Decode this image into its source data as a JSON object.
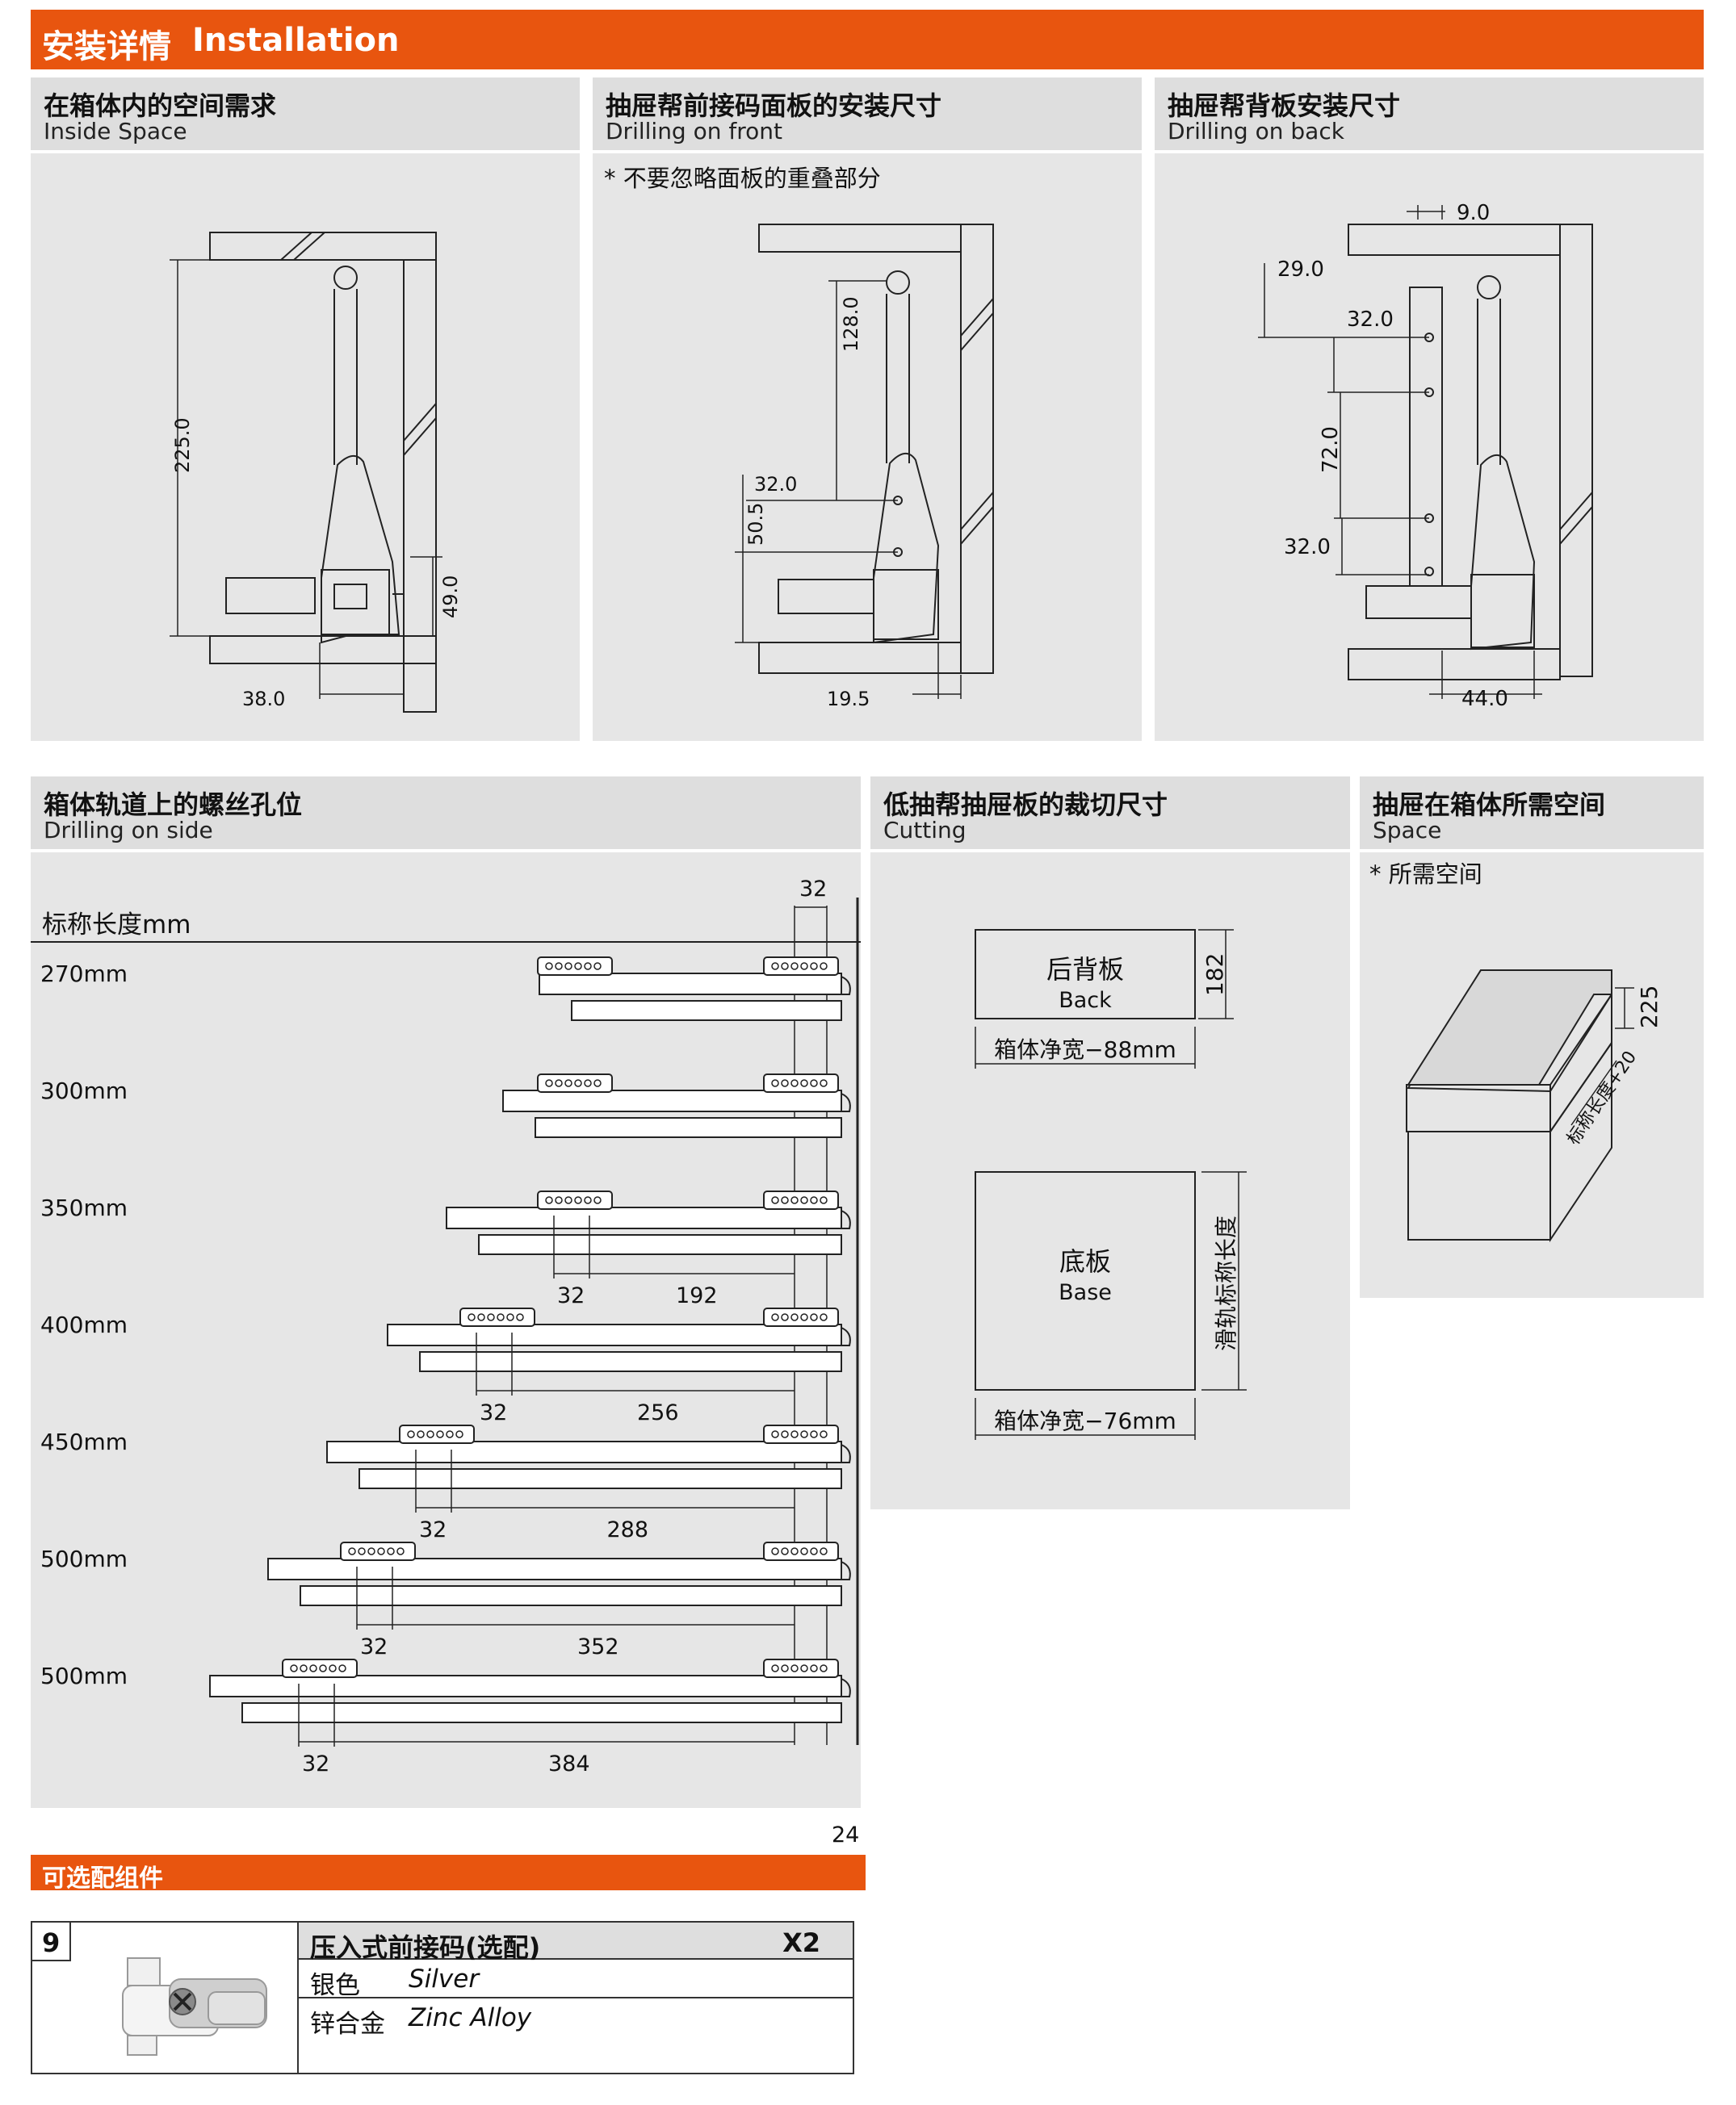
{
  "header": {
    "title_zh": "安装详情",
    "title_en": "Installation"
  },
  "panels": {
    "inside_space": {
      "zh": "在箱体内的空间需求",
      "en": "Inside Space",
      "dims": {
        "height": "225.0",
        "side": "49.0",
        "depth": "38.0"
      }
    },
    "drilling_front": {
      "zh": "抽屉帮前接码面板的安装尺寸",
      "en": "Drilling on front",
      "note": "* 不要忽略面板的重叠部分",
      "dims": {
        "top": "128.0",
        "spacing": "32.0",
        "bottom": "50.5",
        "depth": "19.5"
      }
    },
    "drilling_back": {
      "zh": "抽屉帮背板安装尺寸",
      "en": "Drilling on back",
      "dims": {
        "offset": "9.0",
        "top": "29.0",
        "first": "32.0",
        "middle": "72.0",
        "last": "32.0",
        "depth": "44.0"
      }
    },
    "drilling_side": {
      "zh": "箱体轨道上的螺丝孔位",
      "en": "Drilling on side",
      "nominal_label": "标称长度mm",
      "top_dim": "32",
      "lengths": [
        {
          "label": "270mm",
          "left": "",
          "right": ""
        },
        {
          "label": "300mm",
          "left": "",
          "right": ""
        },
        {
          "label": "350mm",
          "left": "32",
          "right": "192"
        },
        {
          "label": "400mm",
          "left": "32",
          "right": "256"
        },
        {
          "label": "450mm",
          "left": "32",
          "right": "288"
        },
        {
          "label": "500mm",
          "left": "32",
          "right": "352"
        },
        {
          "label": "500mm",
          "left": "32",
          "right": "384",
          "end": "24"
        }
      ]
    },
    "cutting": {
      "zh": "低抽帮抽屉板的裁切尺寸",
      "en": "Cutting",
      "back": {
        "zh": "后背板",
        "en": "Back",
        "height": "182",
        "width": "箱体净宽−88mm"
      },
      "base": {
        "zh": "底板",
        "en": "Base",
        "length": "滑轨标称长度",
        "width": "箱体净宽−76mm"
      }
    },
    "space": {
      "zh": "抽屉在箱体所需空间",
      "en": "Space",
      "note": "* 所需空间",
      "height": "225",
      "depth": "标称长度+20"
    }
  },
  "accessories": {
    "title": "可选配组件",
    "item_no": "9",
    "name": "压入式前接码(选配)",
    "qty": "X2",
    "color_zh": "银色",
    "color_en": "Silver",
    "material_zh": "锌合金",
    "material_en": "Zinc Alloy"
  }
}
